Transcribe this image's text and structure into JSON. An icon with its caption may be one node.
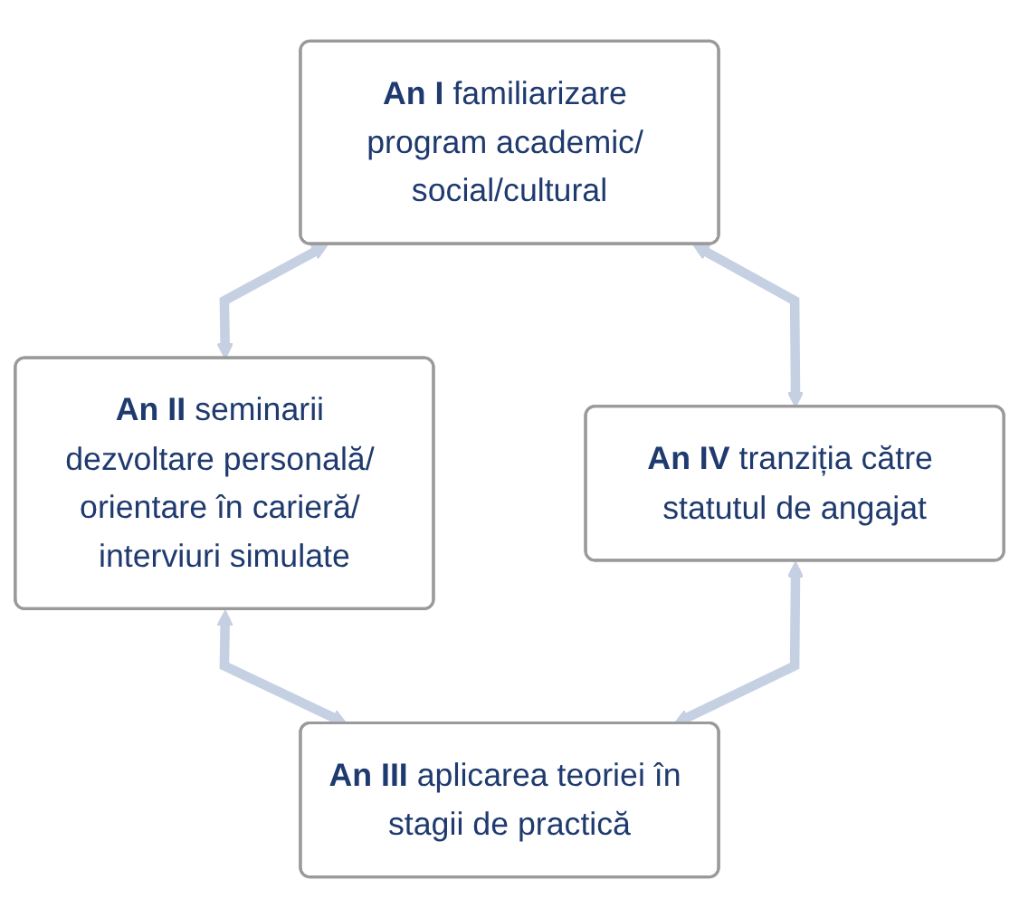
{
  "diagram": {
    "nodes": [
      {
        "text": [
          "**An I** familiarizare program academic/ social/cultural"
        ]
      },
      {
        "text": [
          "**An II** seminarii dezvoltare personală/ orientare în carieră/ interviuri simulate"
        ]
      },
      {
        "text": [
          "**An III** aplicarea teoriei în stagii de practică"
        ]
      },
      {
        "text": [
          "**An IV** tranziția către statutul de angajat"
        ]
      }
    ],
    "edges": [
      {
        "from": 0,
        "to": 1,
        "arrow": "both"
      },
      {
        "from": 1,
        "to": 2,
        "arrow": "both"
      },
      {
        "from": 3,
        "to": 2,
        "arrow": "both"
      },
      {
        "from": 0,
        "to": 3,
        "arrow": "both"
      }
    ]
  }
}
